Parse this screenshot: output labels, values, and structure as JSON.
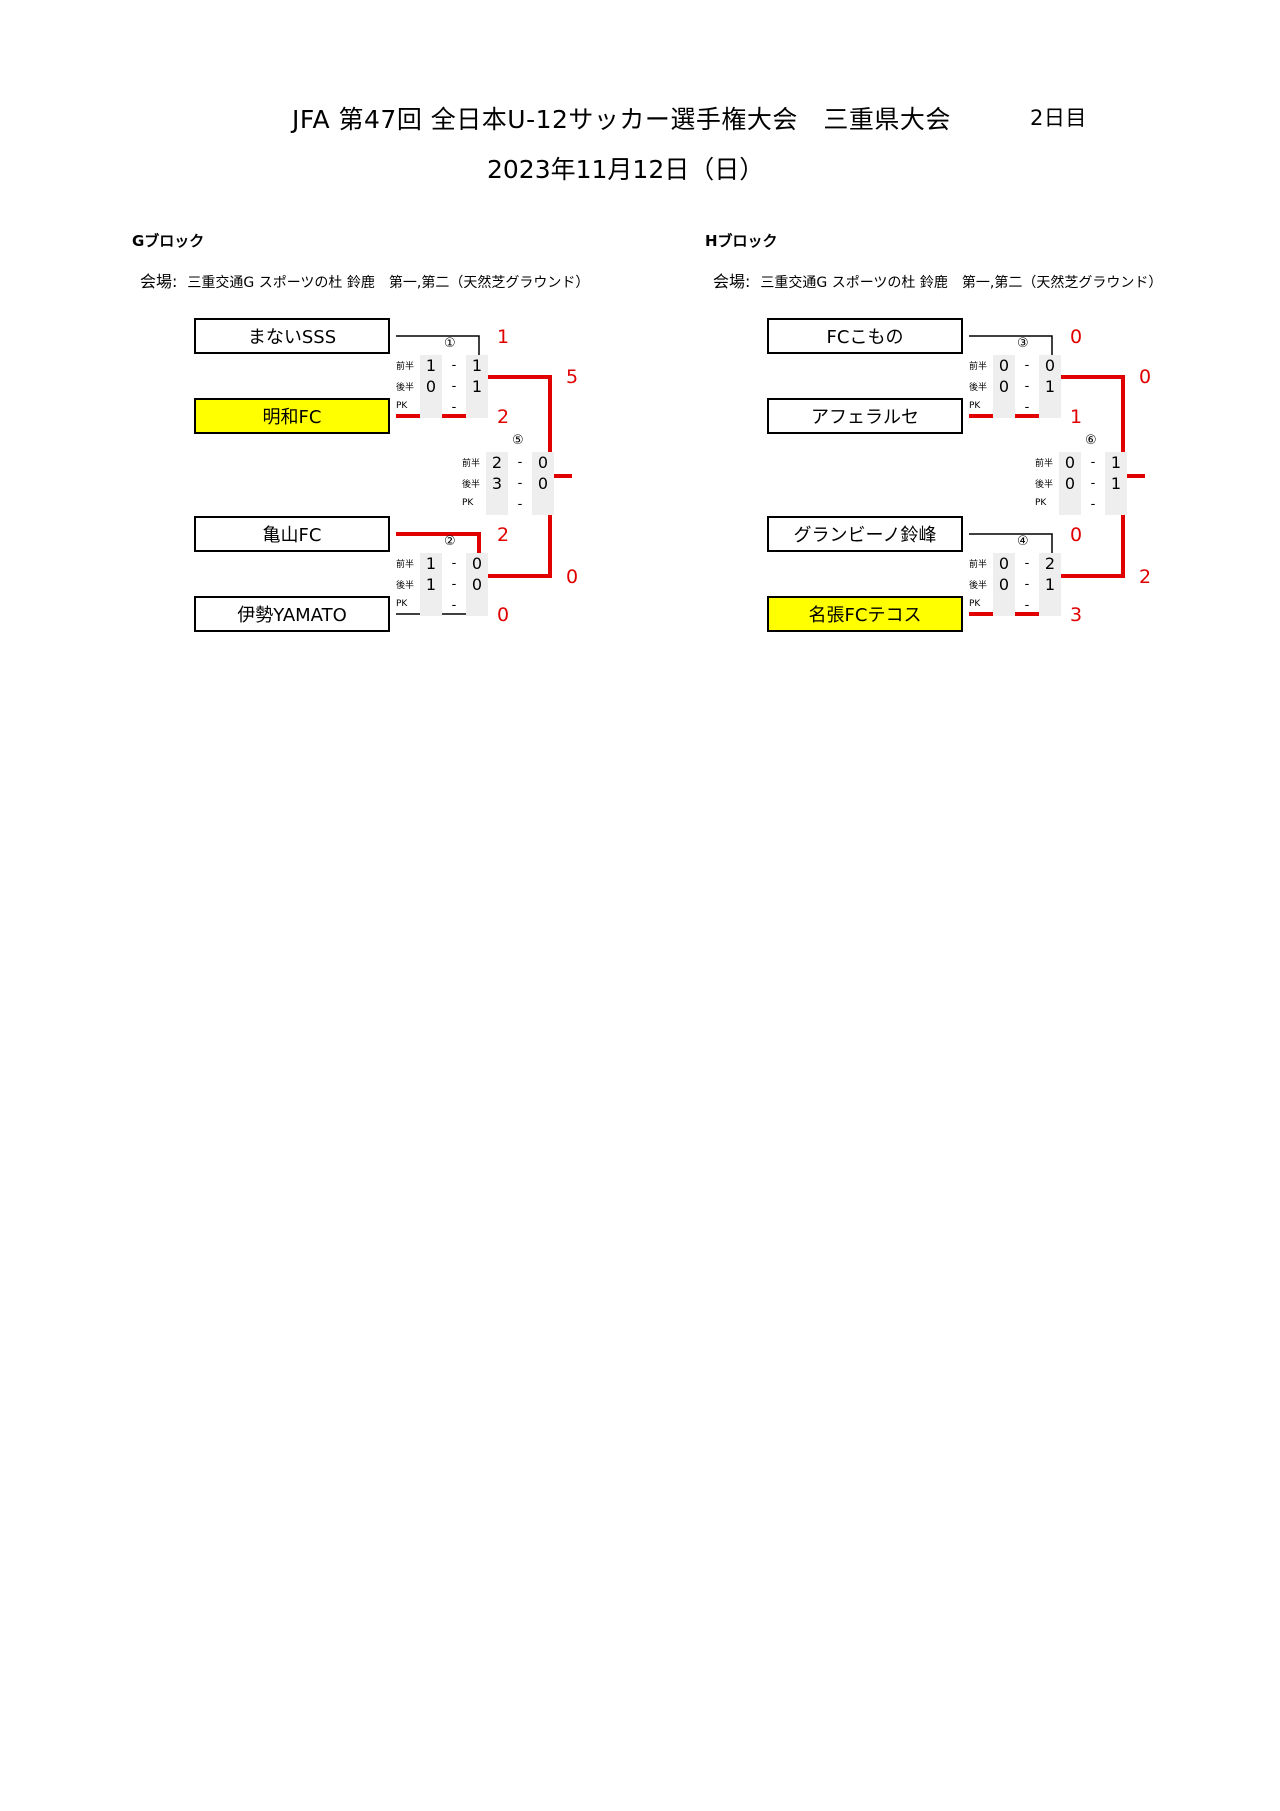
{
  "header": {
    "title": "JFA 第47回 全日本U-12サッカー選手権大会　三重県大会",
    "day": "2日目",
    "date": "2023年11月12日（日）"
  },
  "blocks": [
    {
      "name": "Gブロック",
      "venue_label": "会場:",
      "venue": "三重交通G スポーツの杜 鈴鹿　第一,第二（天然芝グラウンド）",
      "teams": [
        "まないSSS",
        "明和FC",
        "亀山FC",
        "伊勢YAMATO"
      ],
      "final_winner": "明和FC",
      "match_a": {
        "number": "①",
        "first_half": [
          "1",
          "1"
        ],
        "second_half": [
          "0",
          "1"
        ],
        "pk": [
          "",
          ""
        ],
        "totals": [
          "1",
          "2"
        ]
      },
      "match_b": {
        "number": "②",
        "first_half": [
          "1",
          "0"
        ],
        "second_half": [
          "1",
          "0"
        ],
        "pk": [
          "",
          ""
        ],
        "totals": [
          "2",
          "0"
        ]
      },
      "final": {
        "number": "⑤",
        "first_half": [
          "2",
          "0"
        ],
        "second_half": [
          "3",
          "0"
        ],
        "pk": [
          "",
          ""
        ],
        "totals": [
          "5",
          "0"
        ]
      }
    },
    {
      "name": "Hブロック",
      "venue_label": "会場:",
      "venue": "三重交通G スポーツの杜 鈴鹿　第一,第二（天然芝グラウンド）",
      "teams": [
        "FCこもの",
        "アフェラルセ",
        "グランビーノ鈴峰",
        "名張FCテコス"
      ],
      "final_winner": "名張FCテコス",
      "match_a": {
        "number": "③",
        "first_half": [
          "0",
          "0"
        ],
        "second_half": [
          "0",
          "1"
        ],
        "pk": [
          "",
          ""
        ],
        "totals": [
          "0",
          "1"
        ]
      },
      "match_b": {
        "number": "④",
        "first_half": [
          "0",
          "2"
        ],
        "second_half": [
          "0",
          "1"
        ],
        "pk": [
          "",
          ""
        ],
        "totals": [
          "0",
          "3"
        ]
      },
      "final": {
        "number": "⑥",
        "first_half": [
          "0",
          "1"
        ],
        "second_half": [
          "0",
          "1"
        ],
        "pk": [
          "",
          ""
        ],
        "totals": [
          "0",
          "2"
        ]
      }
    }
  ],
  "labels": {
    "first_half": "前半",
    "second_half": "後半",
    "pk": "PK",
    "dash": "-"
  },
  "colors": {
    "highlight": "#ffff00",
    "winner_line": "#e00000",
    "score": "#e00000"
  }
}
